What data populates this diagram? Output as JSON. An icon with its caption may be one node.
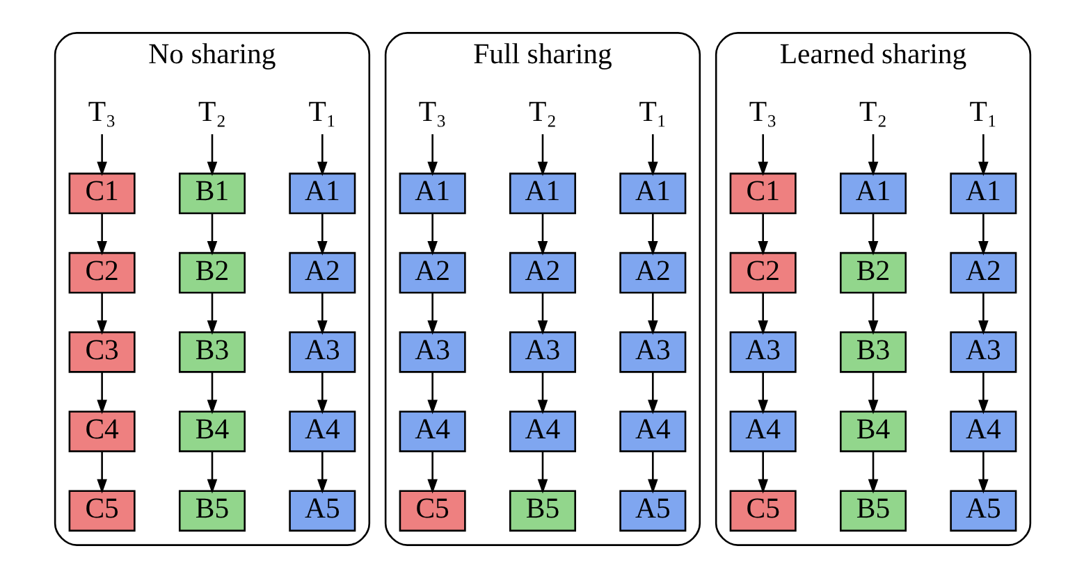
{
  "diagram": {
    "nodes": [
      {
        "text": [
          "No sharing"
        ]
      },
      {
        "text": [
          "T₁"
        ],
        "in": 0
      },
      {
        "text": [
          "T₂"
        ],
        "in": 0
      },
      {
        "text": [
          "T₃"
        ],
        "in": 0
      },
      {
        "text": [
          "A1"
        ],
        "in": 0
      },
      {
        "text": [
          "B1"
        ],
        "in": 0
      },
      {
        "text": [
          "C1"
        ],
        "in": 0
      },
      {
        "text": [
          "A2"
        ],
        "in": 0
      },
      {
        "text": [
          "B2"
        ],
        "in": 0
      },
      {
        "text": [
          "C2"
        ],
        "in": 0
      },
      {
        "text": [
          "A3"
        ],
        "in": 0
      },
      {
        "text": [
          "B3"
        ],
        "in": 0
      },
      {
        "text": [
          "C3"
        ],
        "in": 0
      },
      {
        "text": [
          "A4"
        ],
        "in": 0
      },
      {
        "text": [
          "B4"
        ],
        "in": 0
      },
      {
        "text": [
          "C4"
        ],
        "in": 0
      },
      {
        "text": [
          "A5"
        ],
        "in": 0
      },
      {
        "text": [
          "B5"
        ],
        "in": 0
      },
      {
        "text": [
          "C5"
        ],
        "in": 0
      },
      {
        "text": [
          "Full sharing"
        ]
      },
      {
        "text": [
          "T₁"
        ],
        "in": 19
      },
      {
        "text": [
          "T₂"
        ],
        "in": 19
      },
      {
        "text": [
          "T₃"
        ],
        "in": 19
      },
      {
        "text": [
          "A1"
        ],
        "in": 19
      },
      {
        "text": [
          "A1"
        ],
        "in": 19
      },
      {
        "text": [
          "A1"
        ],
        "in": 19
      },
      {
        "text": [
          "A2"
        ],
        "in": 19
      },
      {
        "text": [
          "A2"
        ],
        "in": 19
      },
      {
        "text": [
          "A2"
        ],
        "in": 19
      },
      {
        "text": [
          "A3"
        ],
        "in": 19
      },
      {
        "text": [
          "A3"
        ],
        "in": 19
      },
      {
        "text": [
          "A3"
        ],
        "in": 19
      },
      {
        "text": [
          "A4"
        ],
        "in": 19
      },
      {
        "text": [
          "A4"
        ],
        "in": 19
      },
      {
        "text": [
          "A4"
        ],
        "in": 19
      },
      {
        "text": [
          "A5"
        ],
        "in": 19
      },
      {
        "text": [
          "B5"
        ],
        "in": 19
      },
      {
        "text": [
          "C5"
        ],
        "in": 19
      },
      {
        "text": [
          "Learned sharing"
        ]
      },
      {
        "text": [
          "T₁"
        ],
        "in": 38
      },
      {
        "text": [
          "T₂"
        ],
        "in": 38
      },
      {
        "text": [
          "T₃"
        ],
        "in": 38
      },
      {
        "text": [
          "A1"
        ],
        "in": 38
      },
      {
        "text": [
          "A1"
        ],
        "in": 38
      },
      {
        "text": [
          "C1"
        ],
        "in": 38
      },
      {
        "text": [
          "A2"
        ],
        "in": 38
      },
      {
        "text": [
          "B2"
        ],
        "in": 38
      },
      {
        "text": [
          "C2"
        ],
        "in": 38
      },
      {
        "text": [
          "A3"
        ],
        "in": 38
      },
      {
        "text": [
          "B3"
        ],
        "in": 38
      },
      {
        "text": [
          "A3"
        ],
        "in": 38
      },
      {
        "text": [
          "A4"
        ],
        "in": 38
      },
      {
        "text": [
          "B4"
        ],
        "in": 38
      },
      {
        "text": [
          "A4"
        ],
        "in": 38
      },
      {
        "text": [
          "A5"
        ],
        "in": 38
      },
      {
        "text": [
          "B5"
        ],
        "in": 38
      },
      {
        "text": [
          "C5"
        ],
        "in": 38
      }
    ],
    "edges": [
      {
        "from": 1,
        "to": 4,
        "arrow": "to"
      },
      {
        "from": 2,
        "to": 5,
        "arrow": "to"
      },
      {
        "from": 3,
        "to": 6,
        "arrow": "to"
      },
      {
        "from": 4,
        "to": 7,
        "arrow": "to"
      },
      {
        "from": 5,
        "to": 8,
        "arrow": "to"
      },
      {
        "from": 6,
        "to": 9,
        "arrow": "to"
      },
      {
        "from": 7,
        "to": 10,
        "arrow": "to"
      },
      {
        "from": 8,
        "to": 11,
        "arrow": "to"
      },
      {
        "from": 9,
        "to": 12,
        "arrow": "to"
      },
      {
        "from": 10,
        "to": 13,
        "arrow": "to"
      },
      {
        "from": 11,
        "to": 14,
        "arrow": "to"
      },
      {
        "from": 12,
        "to": 15,
        "arrow": "to"
      },
      {
        "from": 13,
        "to": 16,
        "arrow": "to"
      },
      {
        "from": 14,
        "to": 17,
        "arrow": "to"
      },
      {
        "from": 15,
        "to": 18,
        "arrow": "to"
      },
      {
        "from": 20,
        "to": 23,
        "arrow": "to"
      },
      {
        "from": 21,
        "to": 24,
        "arrow": "to"
      },
      {
        "from": 22,
        "to": 25,
        "arrow": "to"
      },
      {
        "from": 23,
        "to": 26,
        "arrow": "to"
      },
      {
        "from": 24,
        "to": 27,
        "arrow": "to"
      },
      {
        "from": 25,
        "to": 28,
        "arrow": "to"
      },
      {
        "from": 26,
        "to": 29,
        "arrow": "to"
      },
      {
        "from": 27,
        "to": 30,
        "arrow": "to"
      },
      {
        "from": 28,
        "to": 31,
        "arrow": "to"
      },
      {
        "from": 29,
        "to": 32,
        "arrow": "to"
      },
      {
        "from": 30,
        "to": 33,
        "arrow": "to"
      },
      {
        "from": 31,
        "to": 34,
        "arrow": "to"
      },
      {
        "from": 32,
        "to": 35,
        "arrow": "to"
      },
      {
        "from": 33,
        "to": 36,
        "arrow": "to"
      },
      {
        "from": 34,
        "to": 37,
        "arrow": "to"
      },
      {
        "from": 39,
        "to": 42,
        "arrow": "to"
      },
      {
        "from": 40,
        "to": 43,
        "arrow": "to"
      },
      {
        "from": 41,
        "to": 44,
        "arrow": "to"
      },
      {
        "from": 42,
        "to": 45,
        "arrow": "to"
      },
      {
        "from": 43,
        "to": 46,
        "arrow": "to"
      },
      {
        "from": 44,
        "to": 47,
        "arrow": "to"
      },
      {
        "from": 45,
        "to": 48,
        "arrow": "to"
      },
      {
        "from": 46,
        "to": 49,
        "arrow": "to"
      },
      {
        "from": 47,
        "to": 50,
        "arrow": "to"
      },
      {
        "from": 48,
        "to": 51,
        "arrow": "to"
      },
      {
        "from": 49,
        "to": 52,
        "arrow": "to"
      },
      {
        "from": 50,
        "to": 53,
        "arrow": "to"
      },
      {
        "from": 51,
        "to": 54,
        "arrow": "to"
      },
      {
        "from": 52,
        "to": 55,
        "arrow": "to"
      },
      {
        "from": 53,
        "to": 56,
        "arrow": "to"
      }
    ]
  }
}
